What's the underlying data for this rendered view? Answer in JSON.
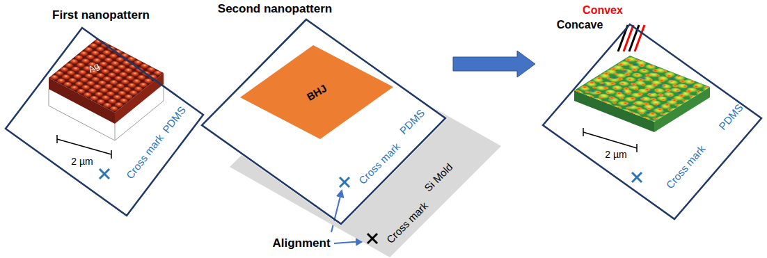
{
  "diagram": {
    "nodes": [
      {
        "text": [
          "PDMS",
          "Cross mark"
        ]
      },
      {
        "text": [
          "PDMS",
          "Cross mark"
        ]
      },
      {
        "text": [
          "BHJ"
        ],
        "in": 1
      },
      {
        "text": [
          "Si Mold",
          "Cross mark"
        ]
      },
      {
        "text": [
          "PDMS",
          "Cross mark"
        ]
      }
    ],
    "edges": [
      {
        "from": 1,
        "to": 4,
        "arrow": "to"
      }
    ],
    "labels": [
      "First nanopattern",
      "Second nanopattern",
      "Ag",
      "2 µm",
      "Alignment",
      "Convex",
      "Concave",
      "2 µm"
    ]
  }
}
